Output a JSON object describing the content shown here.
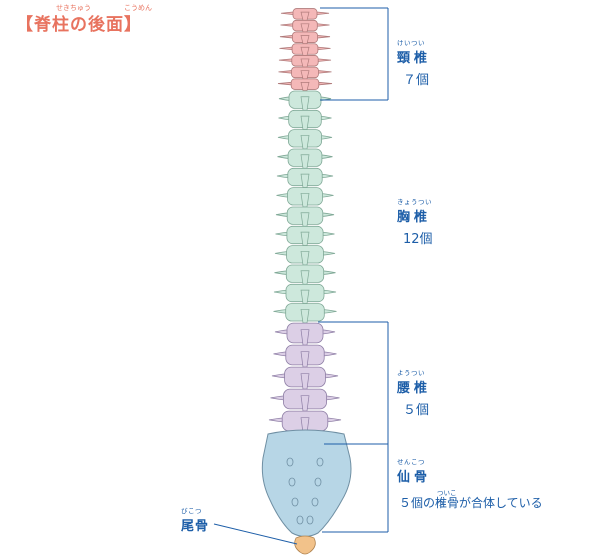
{
  "title": {
    "text": "【脊柱の後面】",
    "ruby_sekichu": "せきちゅう",
    "ruby_koumen": "こうめん"
  },
  "sections": [
    {
      "key": "cervical",
      "kana": "けいつい",
      "name": "頸椎",
      "count": "７個",
      "count_n": 7,
      "color": "#f4b8b8",
      "stroke": "#b07a7a"
    },
    {
      "key": "thoracic",
      "kana": "きょうつい",
      "name": "胸椎",
      "count": "12個",
      "count_n": 12,
      "color": "#cde8dc",
      "stroke": "#7fa896"
    },
    {
      "key": "lumbar",
      "kana": "ようつい",
      "name": "腰椎",
      "count": "５個",
      "count_n": 5,
      "color": "#dccfe6",
      "stroke": "#8f7fa6"
    },
    {
      "key": "sacrum",
      "kana": "せんこつ",
      "name": "仙骨",
      "count": "",
      "color": "#b7d6e6",
      "stroke": "#6f8fa3"
    }
  ],
  "sacrum_note": {
    "prefix": "５個の",
    "mid": "椎骨",
    "suffix": "が合体している",
    "ruby": "ついこつ"
  },
  "coccyx": {
    "kana": "びこつ",
    "name": "尾骨",
    "color": "#f2c28a"
  },
  "line_color": "#1d5ea8"
}
